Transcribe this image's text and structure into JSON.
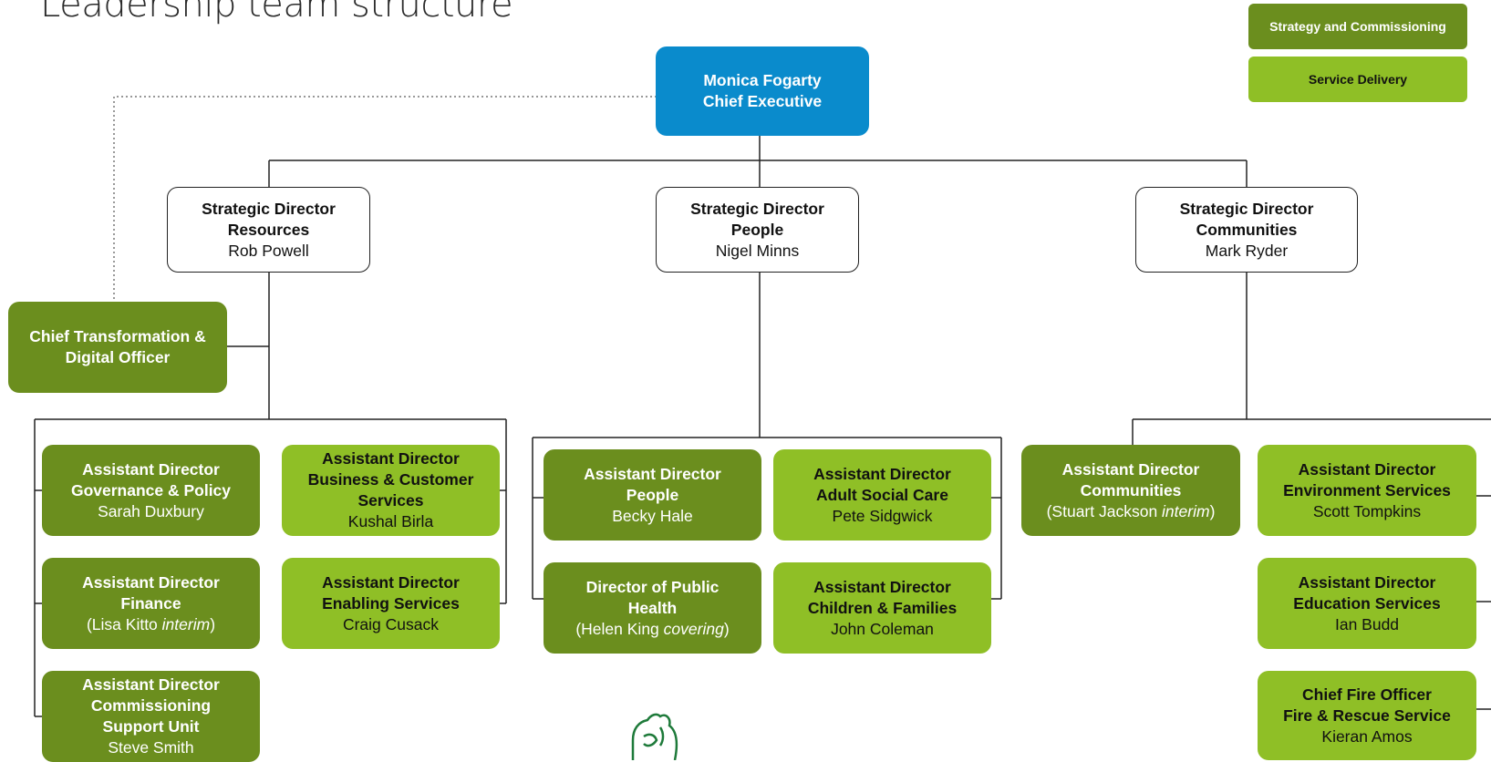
{
  "title": "Leadership team structure",
  "colors": {
    "strategy": "#6b8e1e",
    "delivery": "#8fbf26",
    "chief_executive": "#0a8bcc",
    "line": "#222222"
  },
  "legend": {
    "strategy": "Strategy and Commissioning",
    "delivery": "Service Delivery"
  },
  "ceo": {
    "name": "Monica Fogarty",
    "role": "Chief Executive"
  },
  "directors": {
    "resources": {
      "title": "Strategic Director",
      "area": "Resources",
      "name": "Rob Powell"
    },
    "people": {
      "title": "Strategic Director",
      "area": "People",
      "name": "Nigel Minns"
    },
    "communities": {
      "title": "Strategic Director",
      "area": "Communities",
      "name": "Mark Ryder"
    }
  },
  "ctdo": {
    "line1": "Chief Transformation &",
    "line2": "Digital Officer"
  },
  "resources_team": {
    "governance": {
      "title": "Assistant Director",
      "area": "Governance & Policy",
      "name": "Sarah Duxbury"
    },
    "finance": {
      "title": "Assistant Director",
      "area": "Finance",
      "name_pre": "(Lisa Kitto ",
      "name_em": "interim",
      "name_post": ")"
    },
    "commissioning": {
      "title": "Assistant Director",
      "area1": "Commissioning",
      "area2": "Support Unit",
      "name": "Steve Smith"
    },
    "business": {
      "title": "Assistant Director",
      "area1": "Business & Customer",
      "area2": "Services",
      "name": "Kushal Birla"
    },
    "enabling": {
      "title": "Assistant Director",
      "area": "Enabling Services",
      "name": "Craig Cusack"
    }
  },
  "people_team": {
    "people": {
      "title": "Assistant Director",
      "area": "People",
      "name": "Becky Hale"
    },
    "public_health": {
      "title1": "Director of Public",
      "title2": "Health",
      "name_pre": "(Helen King ",
      "name_em": "covering",
      "name_post": ")"
    },
    "adult_care": {
      "title": "Assistant Director",
      "area": "Adult Social Care",
      "name": "Pete Sidgwick"
    },
    "children": {
      "title": "Assistant Director",
      "area": "Children & Families",
      "name": "John Coleman"
    }
  },
  "communities_team": {
    "communities": {
      "title": "Assistant Director",
      "area": "Communities",
      "name_pre": "(Stuart Jackson ",
      "name_em": "interim",
      "name_post": ")"
    },
    "environment": {
      "title": "Assistant Director",
      "area": "Environment Services",
      "name": "Scott Tompkins"
    },
    "education": {
      "title": "Assistant Director",
      "area": "Education Services",
      "name": "Ian Budd"
    },
    "fire": {
      "title": "Chief Fire Officer",
      "area": "Fire & Rescue Service",
      "name": "Kieran Amos"
    }
  }
}
